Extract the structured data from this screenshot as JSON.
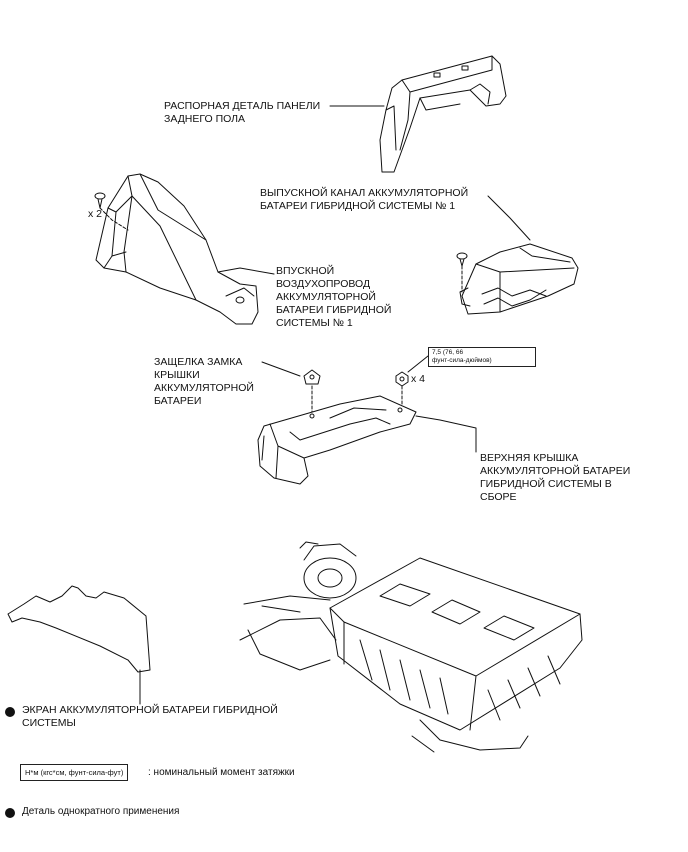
{
  "parts": {
    "spacer": {
      "lines": [
        "РАСПОРНАЯ ДЕТАЛЬ ПАНЕЛИ",
        "ЗАДНЕГО ПОЛА"
      ]
    },
    "exhaust_duct": {
      "lines": [
        "ВЫПУСКНОЙ КАНАЛ АККУМУЛЯТОРНОЙ",
        "БАТАРЕИ ГИБРИДНОЙ СИСТЕМЫ № 1"
      ]
    },
    "intake_duct": {
      "lines": [
        "ВПУСКНОЙ",
        "ВОЗДУХОПРОВОД",
        "АККУМУЛЯТОРНОЙ",
        "БАТАРЕИ ГИБРИДНОЙ",
        "СИСТЕМЫ № 1"
      ]
    },
    "latch": {
      "lines": [
        "ЗАЩЕЛКА ЗАМКА",
        "КРЫШКИ",
        "АККУМУЛЯТОРНОЙ",
        "БАТАРЕИ"
      ]
    },
    "upper_cover": {
      "lines": [
        "ВЕРХНЯЯ КРЫШКА",
        "АККУМУЛЯТОРНОЙ БАТАРЕИ",
        "ГИБРИДНОЙ СИСТЕМЫ В",
        "СБОРЕ"
      ]
    },
    "shield": {
      "lines": [
        "ЭКРАН АККУМУЛЯТОРНОЙ БАТАРЕИ ГИБРИДНОЙ",
        "СИСТЕМЫ"
      ]
    }
  },
  "torque": {
    "lines": [
      "7,5 (76, 66",
      "фунт-сила-дюймов)"
    ]
  },
  "quantities": {
    "clip": "x 2",
    "nut": "x 4"
  },
  "legend": {
    "torque_box": "Н*м (кгс*см, фунт-сила-фут)",
    "torque_text": ": номинальный момент затяжки",
    "single_use_text": "Деталь однократного применения"
  },
  "colors": {
    "line": "#111111",
    "fill": "#ffffff",
    "shade": "#e6e6e6"
  }
}
